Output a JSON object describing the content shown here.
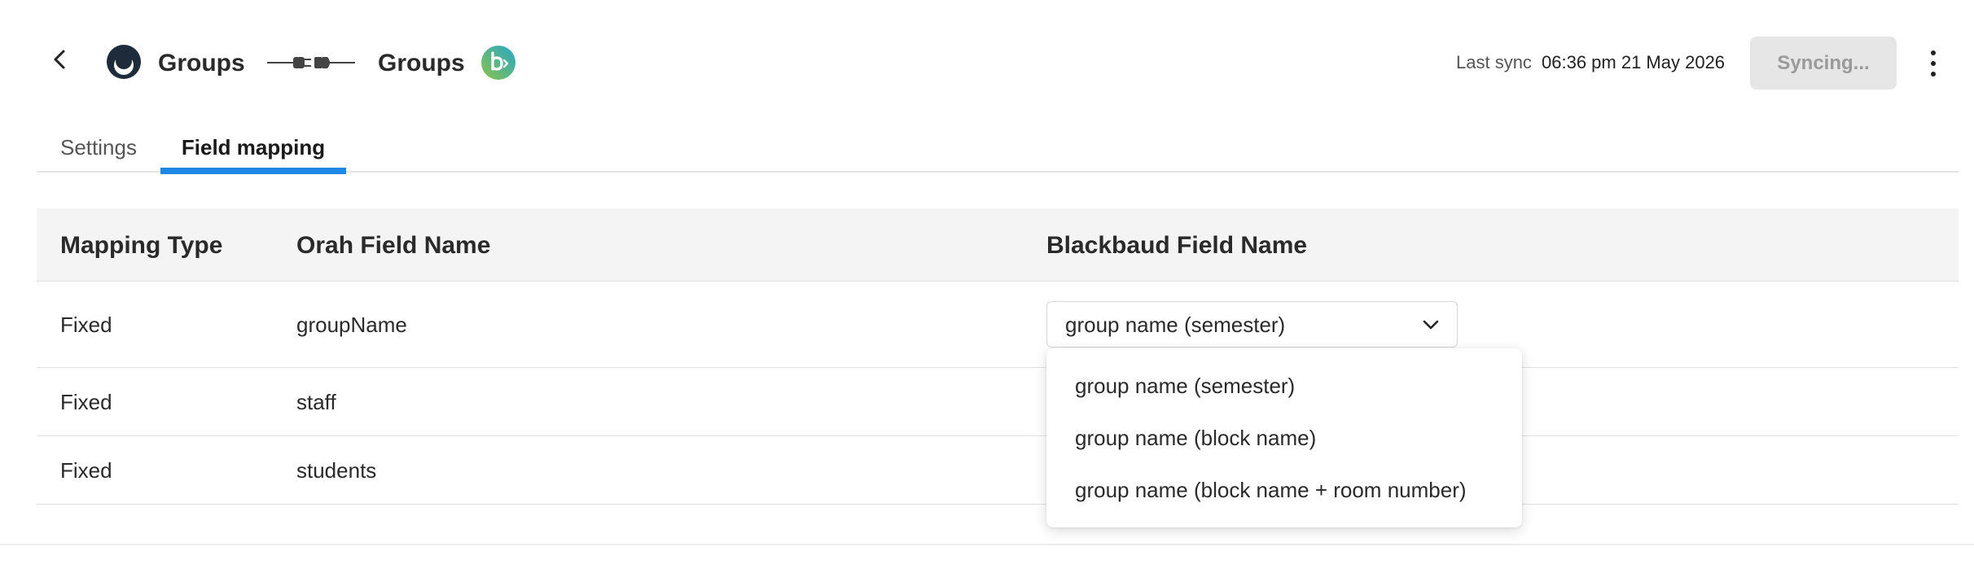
{
  "header": {
    "source_title": "Groups",
    "target_title": "Groups",
    "last_sync_label": "Last sync",
    "last_sync_value": "06:36 pm 21 May 2026",
    "sync_button_label": "Syncing...",
    "icons": {
      "back": "chevron-left-icon",
      "source_logo": "orah-logo",
      "connector": "plug-connector-icon",
      "target_logo": "blackbaud-logo",
      "more": "more-vertical-icon"
    }
  },
  "tabs": [
    {
      "label": "Settings",
      "active": false
    },
    {
      "label": "Field mapping",
      "active": true
    }
  ],
  "table": {
    "columns": [
      "Mapping Type",
      "Orah Field Name",
      "Blackbaud Field Name"
    ],
    "rows": [
      {
        "type": "Fixed",
        "orah": "groupName",
        "blackbaud": "group name (semester)"
      },
      {
        "type": "Fixed",
        "orah": "staff",
        "blackbaud": ""
      },
      {
        "type": "Fixed",
        "orah": "students",
        "blackbaud": ""
      }
    ]
  },
  "dropdown": {
    "options": [
      "group name (semester)",
      "group name (block name)",
      "group name (block name + room number)"
    ]
  },
  "colors": {
    "accent": "#1e88e5",
    "header_bg": "#f4f4f4",
    "disabled_button_bg": "#e6e6e6",
    "disabled_button_text": "#9a9a9a",
    "orah_brand": "#1d2b3a",
    "blackbaud_gradient_start": "#8bc34a",
    "blackbaud_gradient_end": "#26a6c9"
  }
}
